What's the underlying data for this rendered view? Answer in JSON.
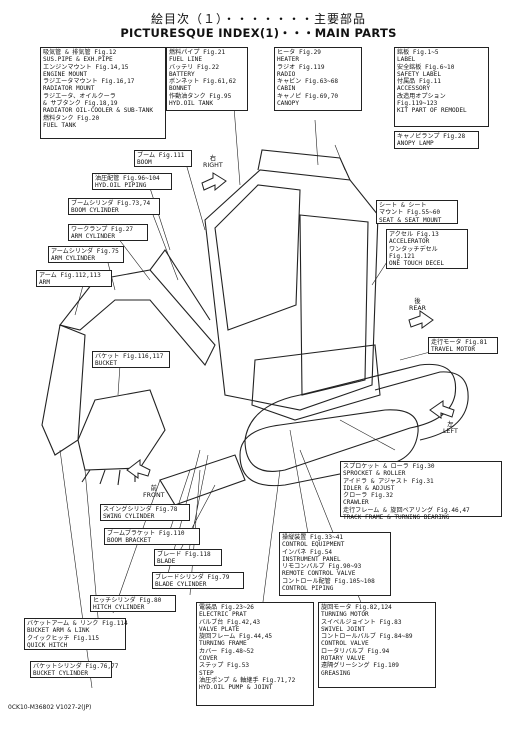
{
  "title": {
    "jp": "絵目次（１）・・・・・・・主要部品",
    "en": "PICTURESQUE INDEX(1)・・・MAIN PARTS"
  },
  "callouts": {
    "box1": [
      "吸気管 & 排気管 Fig.12",
      "SUS.PIPE & EXH.PIPE",
      "エンジンマウント Fig.14,15",
      "ENGINE MOUNT",
      "ラジエータマウント Fig.16,17",
      "RADIATOR MOUNT",
      "ラジエータ、オイルクーラ",
      "& サブタンク Fig.18,19",
      "RADIATOR OIL-COOLER & SUB-TANK",
      "燃料タンク Fig.20",
      "FUEL TANK"
    ],
    "box2": [
      "燃料パイプ Fig.21",
      "FUEL LINE",
      "バッテリ Fig.22",
      "BATTERY",
      "ボンネット Fig.61,62",
      "BONNET",
      "作動油タンク Fig.95",
      "HYD.OIL TANK"
    ],
    "box3": [
      "ヒータ Fig.29",
      "HEATER",
      "ラジオ Fig.119",
      "RADIO",
      "キャビン Fig.63~68",
      "CABIN",
      "キャノピ Fig.69,70",
      "CANOPY"
    ],
    "box4": [
      "銘板 Fig.1~5",
      "LABEL",
      "安全銘板 Fig.6~10",
      "SAFETY LABEL",
      "付属品 Fig.11",
      "ACCESSORY",
      "改造用オプション",
      "Fig.119~123",
      "KIT PART OF REMODEL"
    ],
    "cabin_lamp": [
      "キャノピランプ Fig.28",
      "ANOPY LAMP"
    ],
    "boom": [
      "ブーム Fig.111",
      "BOOM"
    ],
    "hyd_piping": [
      "油圧配管 Fig.96~104",
      "HYD.OIL PIPING"
    ],
    "boom_cyl": [
      "ブームシリンダ Fig.73,74",
      "BOOM CYLINDER"
    ],
    "work_lamp": [
      "ワークランプ Fig.27",
      "ARM CYLINDER"
    ],
    "arm_cyl": [
      "アームシリンダ Fig.75",
      "ARM CYLINDER"
    ],
    "arm": [
      "アーム Fig.112,113",
      "ARM"
    ],
    "bucket": [
      "バケット Fig.116,117",
      "BUCKET"
    ],
    "seat": [
      "シート & シート",
      "マウント Fig.55~60",
      "SEAT & SEAT MOUNT"
    ],
    "accel": [
      "アクセル Fig.13",
      "ACCELERATOR",
      "ワンタッチデセル",
      "Fig.121",
      "ONE TOUCH DECEL"
    ],
    "travel_motor": [
      "走行モータ Fig.81",
      "TRAVEL MOTOR"
    ],
    "sprocket": [
      "スプロケット & ローラ Fig.30",
      "SPROCKET & ROLLER",
      "アイドラ & アジャスト Fig.31",
      "IDLER & ADJUST",
      "クローラ Fig.32",
      "CRAWLER",
      "走行フレーム & 旋回ベアリング Fig.46,47",
      "TRACK FRAME & TURNING BEARING"
    ],
    "control": [
      "操縦装置 Fig.33~41",
      "CONTROL EQUIPMENT",
      "インパネ Fig.54",
      "INSTRUMENT PANEL",
      "リモコンバルブ Fig.90~93",
      "REMOTE CONTROL VALVE",
      "コントロール配管 Fig.105~108",
      "CONTROL PIPING"
    ],
    "swing_cyl": [
      "スイングシリンダ Fig.78",
      "SWING CYLINDER"
    ],
    "boom_bracket": [
      "ブームブラケット Fig.110",
      "BOOM BRACKET"
    ],
    "blade": [
      "ブレード Fig.118",
      "BLADE"
    ],
    "blade_cyl": [
      "ブレードシリンダ Fig.79",
      "BLADE CYLINDER"
    ],
    "hitch_cyl": [
      "ヒッチシリンダ Fig.80",
      "HITCH CYLINDER"
    ],
    "bucket_arm": [
      "バケットアーム & リンク Fig.114",
      "BUCKET ARM & LINK",
      "クイックヒッチ Fig.115",
      "QUICK HITCH"
    ],
    "bucket_cyl": [
      "バケットシリンダ Fig.76,77",
      "BUCKET CYLINDER"
    ],
    "electric": [
      "電装品 Fig.23~26",
      "ELECTRIC PRAT",
      "バルブ台 Fig.42,43",
      "VALVE PLATE",
      "旋回フレーム Fig.44,45",
      "TURNING FRAME",
      "カバー Fig.48~52",
      "COVER",
      "ステップ Fig.53",
      "STEP",
      "油圧ポンプ & 軸継手 Fig.71,72",
      "HYD.OIL PUMP & JOINT"
    ],
    "turning_motor": [
      "旋回モータ Fig.82,124",
      "TURNING MOTOR",
      "スイベルジョイント Fig.83",
      "SWIVEL JOINT",
      "コントロールバルブ Fig.84~89",
      "CONTROL VALVE",
      "ロータリバルブ Fig.94",
      "ROTARY VALVE",
      "遠隔グリーシング Fig.109",
      "GREASING"
    ]
  },
  "directions": {
    "right_jp": "右",
    "right_en": "RIGHT",
    "rear_jp": "後",
    "rear_en": "REAR",
    "left_jp": "左",
    "left_en": "LEFT",
    "front_jp": "前",
    "front_en": "FRONT"
  },
  "footer": {
    "code": "0CK10-M36802 V1027-2(JP)"
  }
}
